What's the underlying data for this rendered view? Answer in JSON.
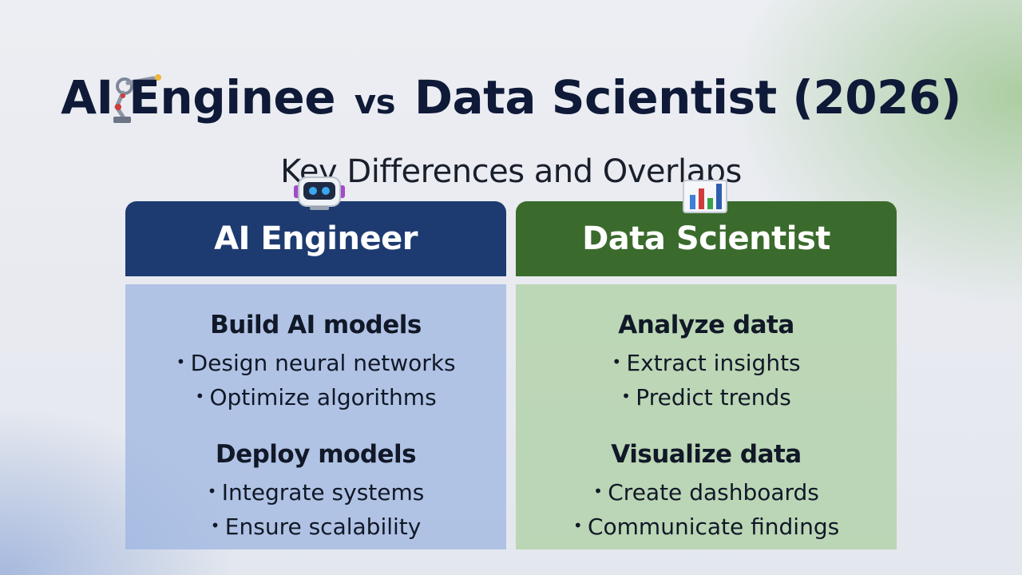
{
  "title": {
    "left": "AI Enginee",
    "vs": "vs",
    "right": "Data Scientist (2026)"
  },
  "subtitle": "Key Differences and Overlaps",
  "icons": {
    "title": "robot-arm-icon",
    "ai": "robot-icon",
    "ds": "bar-chart-icon"
  },
  "colors": {
    "ai_header": "#1d3b70",
    "ds_header": "#3a6b2c"
  },
  "ai": {
    "header": "AI Engineer",
    "sections": [
      {
        "title": "Build AI models",
        "bullets": [
          "Design neural networks",
          "Optimize algorithms"
        ]
      },
      {
        "title": "Deploy models",
        "bullets": [
          "Integrate systems",
          "Ensure scalability"
        ]
      }
    ]
  },
  "ds": {
    "header": "Data Scientist",
    "sections": [
      {
        "title": "Analyze data",
        "bullets": [
          "Extract insights",
          "Predict trends"
        ]
      },
      {
        "title": "Visualize data",
        "bullets": [
          "Create dashboards",
          "Communicate findings"
        ]
      }
    ]
  }
}
